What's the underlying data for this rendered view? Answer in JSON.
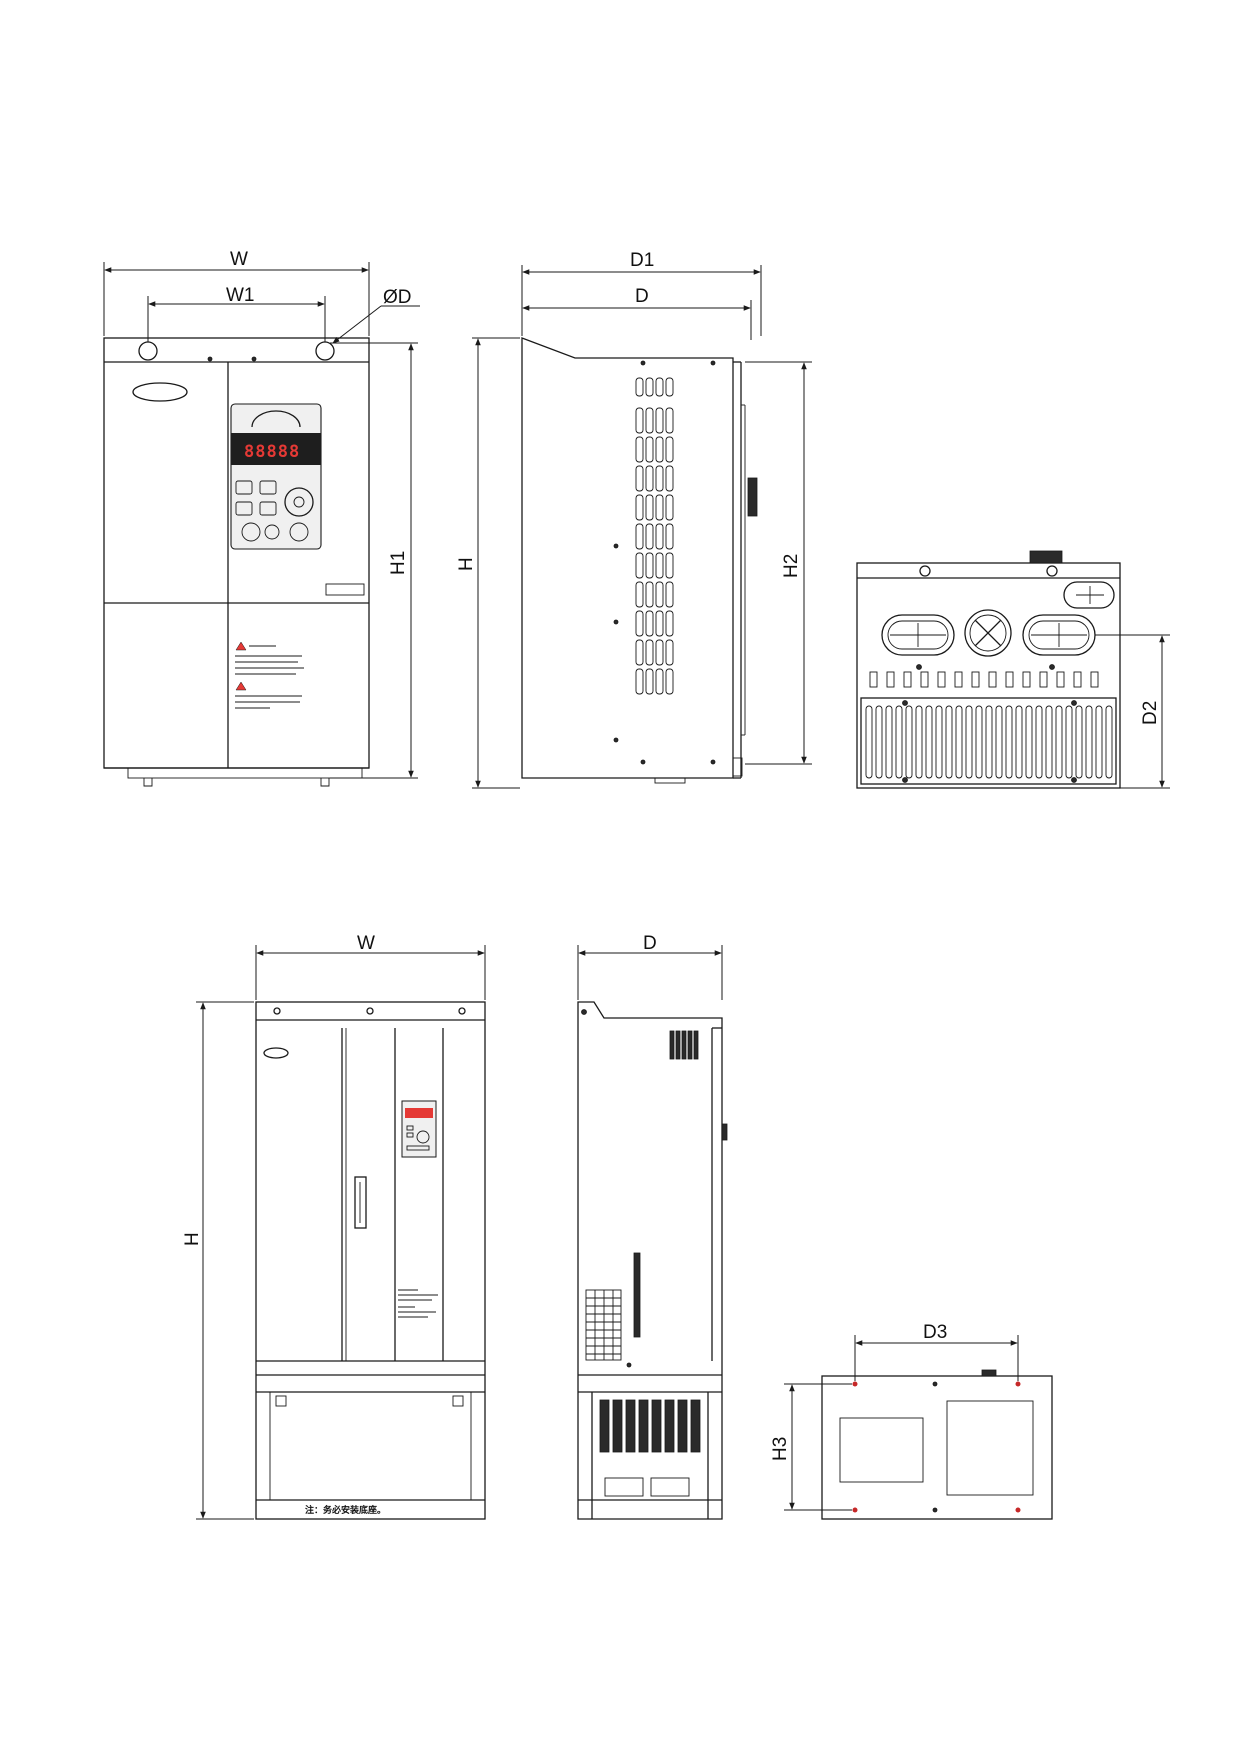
{
  "upper": {
    "front": {
      "w": "W",
      "w1": "W1",
      "hole": "ØD",
      "h1": "H1",
      "display_digits": "88888"
    },
    "side": {
      "d1": "D1",
      "d": "D",
      "h": "H",
      "h2": "H2"
    },
    "bottom": {
      "d2": "D2"
    }
  },
  "lower": {
    "front": {
      "w": "W",
      "h": "H",
      "note": "注：务必安装底座。"
    },
    "side": {
      "d": "D"
    },
    "base": {
      "d3": "D3",
      "h3": "H3"
    }
  }
}
